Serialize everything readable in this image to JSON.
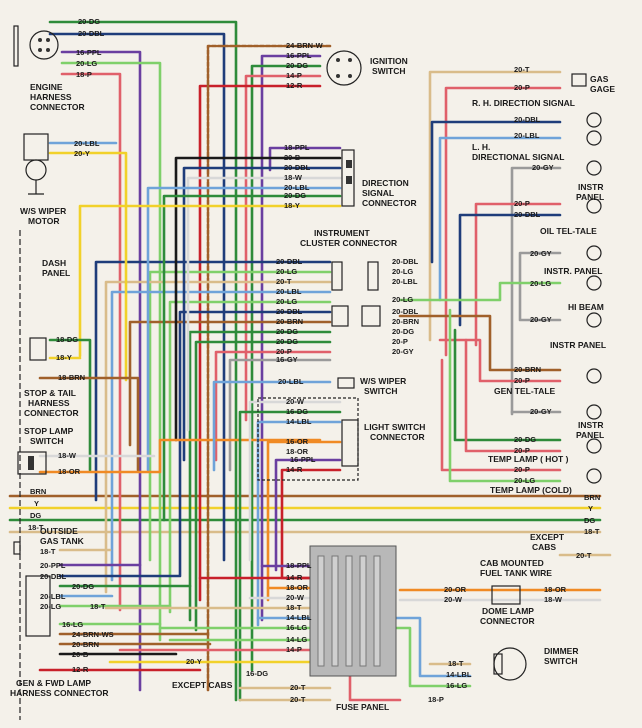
{
  "colors": {
    "DG": "#2e8b3a",
    "DBL": "#1f3d7a",
    "LBL": "#6fa3d9",
    "LG": "#7fd06a",
    "PPL": "#6a3fa0",
    "P": "#e0606a",
    "R": "#c8202a",
    "BRN": "#a0602a",
    "Y": "#f1d12a",
    "T": "#d9bc8a",
    "GY": "#9a9a9a",
    "W": "#d8d8d8",
    "OR": "#f08a24",
    "B": "#1a1a1a"
  },
  "labels": {
    "engine_harness": [
      "ENGINE",
      "HARNESS",
      "CONNECTOR"
    ],
    "ignition_switch": [
      "IGNITION",
      "SWITCH"
    ],
    "gas_gage": [
      "GAS",
      "GAGE"
    ],
    "rh_direction": "R. H. DIRECTION SIGNAL",
    "lh_direction": [
      "L. H.",
      "DIRECTIONAL SIGNAL"
    ],
    "direction_signal_connector": [
      "DIRECTION",
      "SIGNAL",
      "CONNECTOR"
    ],
    "ws_wiper_motor": [
      "W/S WIPER",
      "MOTOR"
    ],
    "instr_panel_1": [
      "INSTR",
      "PANEL"
    ],
    "oil_tel_tale": "OIL TEL-TALE",
    "instrument_cluster_connector": [
      "INSTRUMENT",
      "CLUSTER CONNECTOR"
    ],
    "instr_panel_2": [
      "INSTR. PANEL"
    ],
    "hi_beam": "HI BEAM",
    "dash_panel": [
      "DASH",
      "PANEL"
    ],
    "instr_panel_3": "INSTR PANEL",
    "stop_tail_harness": [
      "STOP & TAIL",
      "HARNESS",
      "CONNECTOR"
    ],
    "ws_wiper_switch": [
      "W/S WIPER",
      "SWITCH"
    ],
    "gen_tel_tale": "GEN TEL-TALE",
    "stop_lamp_switch": [
      "STOP LAMP",
      "SWITCH"
    ],
    "light_switch_connector": [
      "LIGHT SWITCH",
      "CONNECTOR"
    ],
    "instr_panel_4": [
      "INSTR",
      "PANEL"
    ],
    "temp_lamp_hot": "TEMP LAMP ( HOT )",
    "temp_lamp_cold": "TEMP LAMP (COLD)",
    "outside_gas_tank": [
      "OUTSIDE",
      "GAS TANK"
    ],
    "except_cabs_1": [
      "EXCEPT",
      "CABS"
    ],
    "cab_mounted": [
      "CAB MOUNTED",
      "FUEL TANK WIRE"
    ],
    "dome_lamp": [
      "DOME LAMP",
      "CONNECTOR"
    ],
    "dimmer_switch": [
      "DIMMER",
      "SWITCH"
    ],
    "gen_fwd_lamp": [
      "GEN & FWD LAMP",
      "HARNESS CONNECTOR"
    ],
    "except_cabs_2": "EXCEPT CABS",
    "fuse_panel": "FUSE PANEL"
  },
  "wire_labels": {
    "w1": "20-DG",
    "w2": "20-DBL",
    "w3": "16-PPL",
    "w4": "20-LG",
    "w5": "18-P",
    "w6": "24-BRN-W",
    "w7": "16-PPL",
    "w8": "20-DG",
    "w9": "14-P",
    "w10": "12-R",
    "w11": "20-T",
    "w12": "20-P",
    "w13": "20-DBL",
    "w14": "20-LBL",
    "w15": "20-LBL",
    "w16": "20-Y",
    "w17": "18-PPL",
    "w18": "20-B",
    "w19": "20-DBL",
    "w20": "18-W",
    "w21": "20-LBL",
    "w22": "20-DG",
    "w23": "18-Y",
    "w24": "20-GY",
    "w25": "20-P",
    "w26": "20-DBL",
    "w27": "20-GY",
    "w28": "20-LG",
    "w29": "20-DBL",
    "w30": "20-LG",
    "w31": "20-T",
    "w32": "20-LBL",
    "w33": "20-LG",
    "w34": "20-DBL",
    "w35": "20-BRN",
    "w36": "20-DG",
    "w37": "20-DG",
    "w38": "20-P",
    "w39": "16-GY",
    "w40": "20-DBL",
    "w41": "20-LG",
    "w42": "20-LBL",
    "w43": "20-LG",
    "w44": "20-DBL",
    "w45": "20-BRN",
    "w46": "20-DG",
    "w47": "20-P",
    "w48": "20-GY",
    "w49": "20-GY",
    "w50": "18-DG",
    "w51": "18-Y",
    "w52": "18-BRN",
    "w53": "20-LBL",
    "w54": "20-BRN",
    "w55": "20-P",
    "w56": "20-GY",
    "w57": "20-W",
    "w58": "16-DG",
    "w59": "14-LBL",
    "w60": "16-OR",
    "w61": "18-OR",
    "w62": "16-PPL",
    "w63": "14-R",
    "w64": "18-W",
    "w65": "18-OR",
    "w66": "20-DG",
    "w67": "20-P",
    "w68": "20-P",
    "w69": "20-LG",
    "w70": "BRN",
    "w71": "Y",
    "w72": "DG",
    "w73": "18-T",
    "w74": "BRN",
    "w75": "Y",
    "w76": "DG",
    "w77": "18-T",
    "w78": "18-T",
    "w79": "20-T",
    "w80": "20-PPL",
    "w81": "20-DBL",
    "w82": "20-DG",
    "w83": "20-LBL",
    "w84": "20-LG",
    "w85": "18-T",
    "w86": "16-LG",
    "w87": "24-BRN-WS",
    "w88": "20-BRN",
    "w89": "20-B",
    "w90": "12-R",
    "w91": "18-PPL",
    "w92": "14-R",
    "w93": "18-OR",
    "w94": "20-W",
    "w95": "18-T",
    "w96": "14-LBL",
    "w97": "16-LG",
    "w98": "14-LG",
    "w99": "14-P",
    "w100": "20-OR",
    "w101": "20-W",
    "w102": "18-OR",
    "w103": "18-W",
    "w104": "20-Y",
    "w105": "16-DG",
    "w106": "20-T",
    "w107": "20-T",
    "w108": "18-P",
    "w109": "18-T",
    "w110": "14-LBL",
    "w111": "16-LG"
  }
}
